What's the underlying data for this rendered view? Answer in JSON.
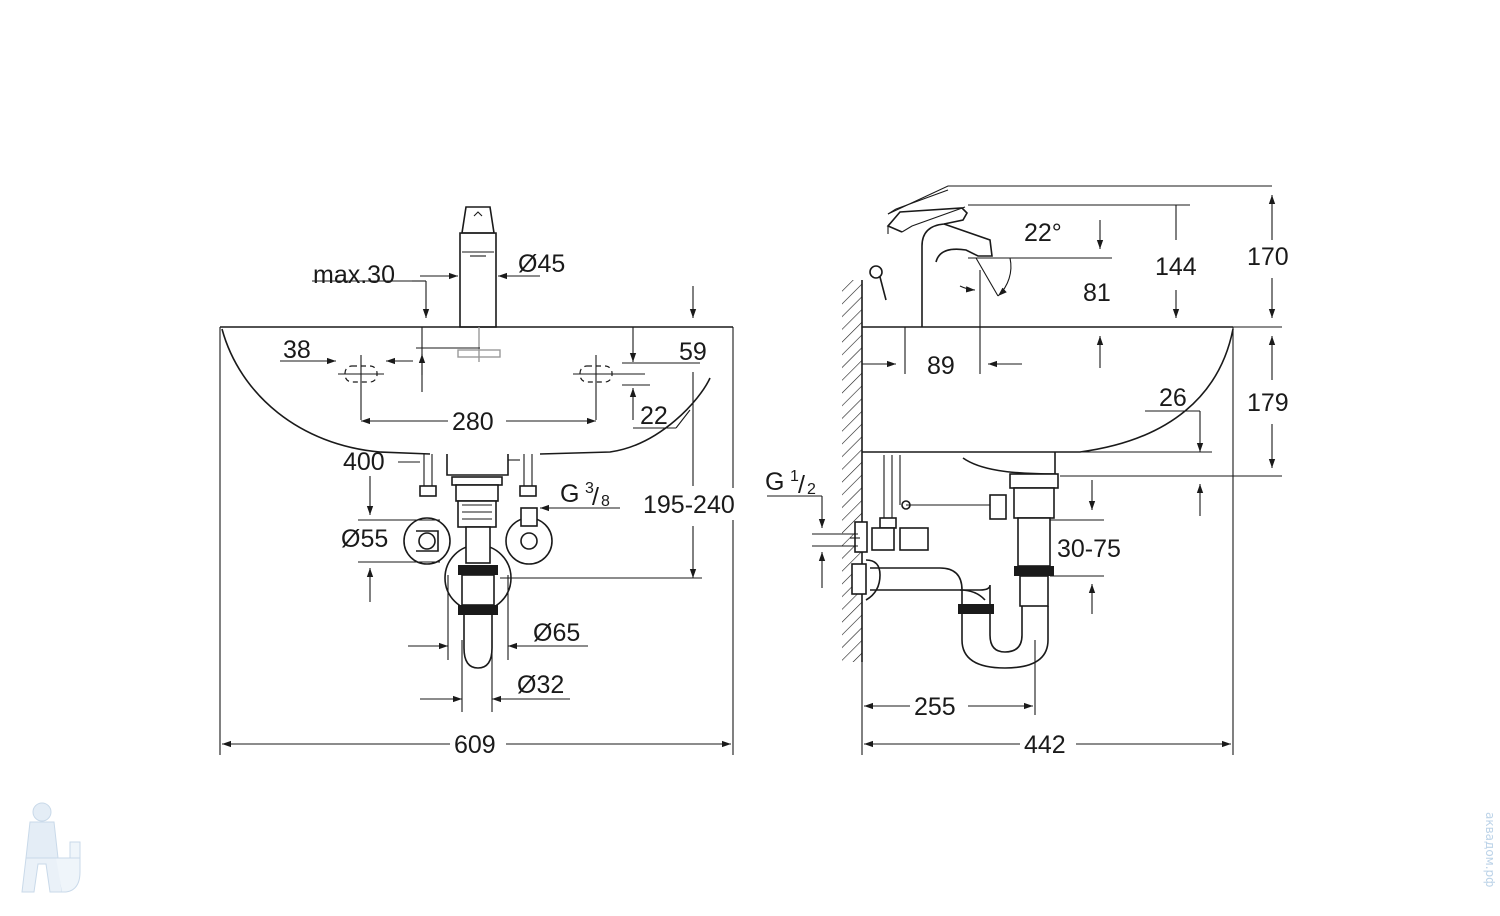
{
  "dimensions": {
    "max30": "max.30",
    "d45": "Ø45",
    "d38": "38",
    "d59": "59",
    "d280": "280",
    "d22": "22",
    "d400": "400",
    "g38_main": "G",
    "g38_num": "3",
    "g38_den": "8",
    "d195_240": "195-240",
    "d55": "Ø55",
    "d65": "Ø65",
    "d32": "Ø32",
    "d609": "609",
    "angle22": "22°",
    "d144": "144",
    "d170": "170",
    "d81": "81",
    "d89": "89",
    "d179": "179",
    "d26": "26",
    "g12_main": "G",
    "g12_num": "1",
    "g12_den": "2",
    "d30_75": "30-75",
    "d255": "255",
    "d442": "442"
  },
  "watermark": {
    "vertical_text": "аквадом.рф"
  },
  "colors": {
    "line": "#1a1a1a",
    "watermark": "#bcd3e8",
    "background": "#ffffff"
  }
}
